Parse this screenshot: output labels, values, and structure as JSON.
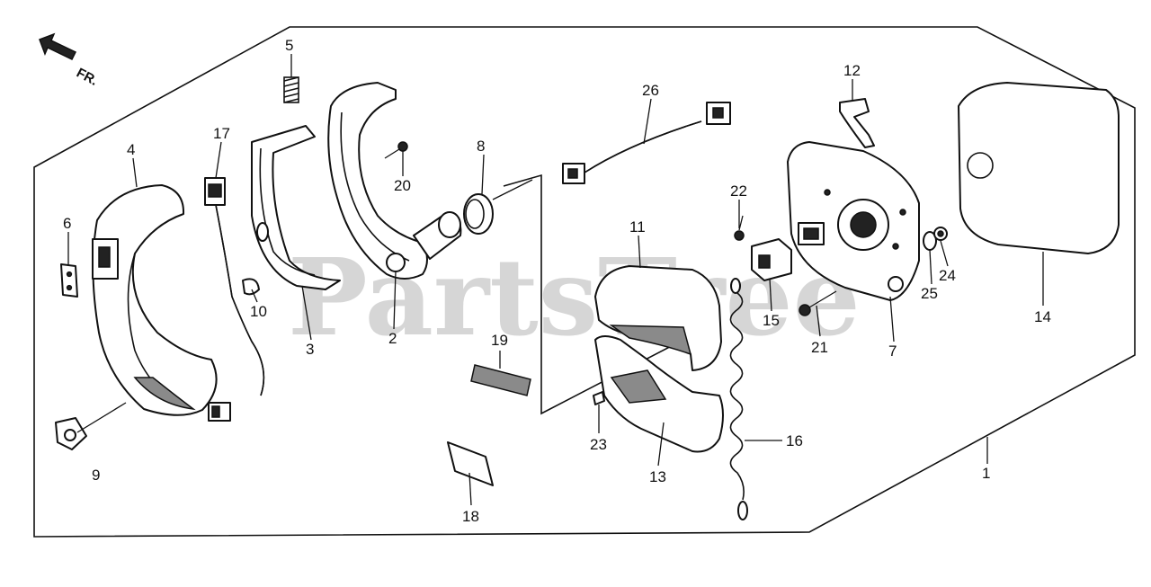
{
  "watermark": "PartsTree",
  "direction_label": "FR.",
  "callouts": {
    "c1": "1",
    "c2": "2",
    "c3": "3",
    "c4": "4",
    "c5": "5",
    "c6": "6",
    "c7": "7",
    "c8": "8",
    "c9": "9",
    "c10": "10",
    "c11": "11",
    "c12": "12",
    "c13": "13",
    "c14": "14",
    "c15": "15",
    "c16": "16",
    "c17": "17",
    "c18": "18",
    "c19": "19",
    "c20": "20",
    "c21": "21",
    "c22": "22",
    "c23": "23",
    "c24": "24",
    "c25": "25",
    "c26": "26"
  }
}
